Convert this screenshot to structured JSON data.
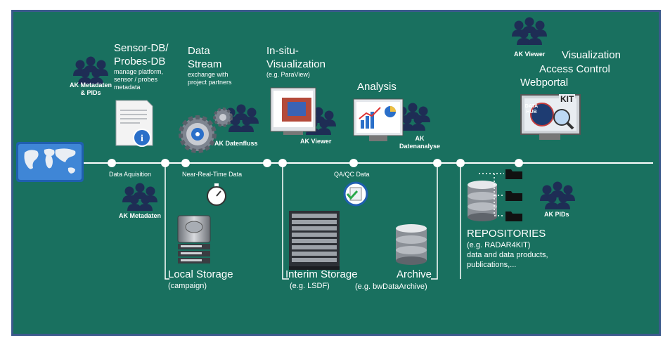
{
  "colors": {
    "background": "#19705f",
    "border": "#3b5a8c",
    "line": "#ffffff",
    "icon_dark": "#1e2d55"
  },
  "timeline": {
    "data_acquisition": "Data Aquisition",
    "near_real_time": "Near-Real-Time Data",
    "qa_qc": "QA/QC Data"
  },
  "stages": {
    "sensor_db": {
      "title_l1": "Sensor-DB/",
      "title_l2": "Probes-DB",
      "desc_l1": "manage platform,",
      "desc_l2": "sensor / probes",
      "desc_l3": "metadata"
    },
    "data_stream": {
      "title_l1": "Data",
      "title_l2": "Stream",
      "desc_l1": "exchange with",
      "desc_l2": "project partners"
    },
    "insitu": {
      "title_l1": "In-situ-",
      "title_l2": "Visualization",
      "sub": "(e.g. ParaView)"
    },
    "analysis": {
      "title": "Analysis"
    },
    "vis_access": {
      "l1": "Visualization",
      "l2": "Access Control",
      "l3": "Webportal"
    },
    "local_storage": {
      "title": "Local Storage",
      "sub": "(campaign)"
    },
    "interim_storage": {
      "title": "Interim Storage",
      "sub": "(e.g. LSDF)"
    },
    "archive": {
      "title": "Archive",
      "sub": "(e.g. bwDataArchive)"
    },
    "repositories": {
      "title": "REPOSITORIES",
      "l1": "(e.g. RADAR4KIT)",
      "l2": "data and data products,",
      "l3": "publications,..."
    }
  },
  "groups": {
    "ak_metadaten_pids": {
      "l1": "AK Metadaten",
      "l2": "& PIDs"
    },
    "ak_metadaten": "AK Metadaten",
    "ak_datenfluss": "AK Datenfluss",
    "ak_viewer_insitu": "AK Viewer",
    "ak_datenanalyse": {
      "l1": "AK",
      "l2": "Datenanalyse"
    },
    "ak_viewer_top": "AK Viewer",
    "ak_pids": "AK PIDs"
  },
  "logos": {
    "data_hub": "DATA HUB",
    "kit": "KIT"
  },
  "icons": [
    "world-map-icon",
    "document-info-icon",
    "gear-disc-icon",
    "stopwatch-icon",
    "hard-drive-icon",
    "server-rack-icon",
    "database-icon",
    "monitor-chart-icon",
    "monitor-analytics-icon",
    "monitor-webportal-icon",
    "people-group-icon",
    "folder-icon",
    "checklist-icon"
  ]
}
